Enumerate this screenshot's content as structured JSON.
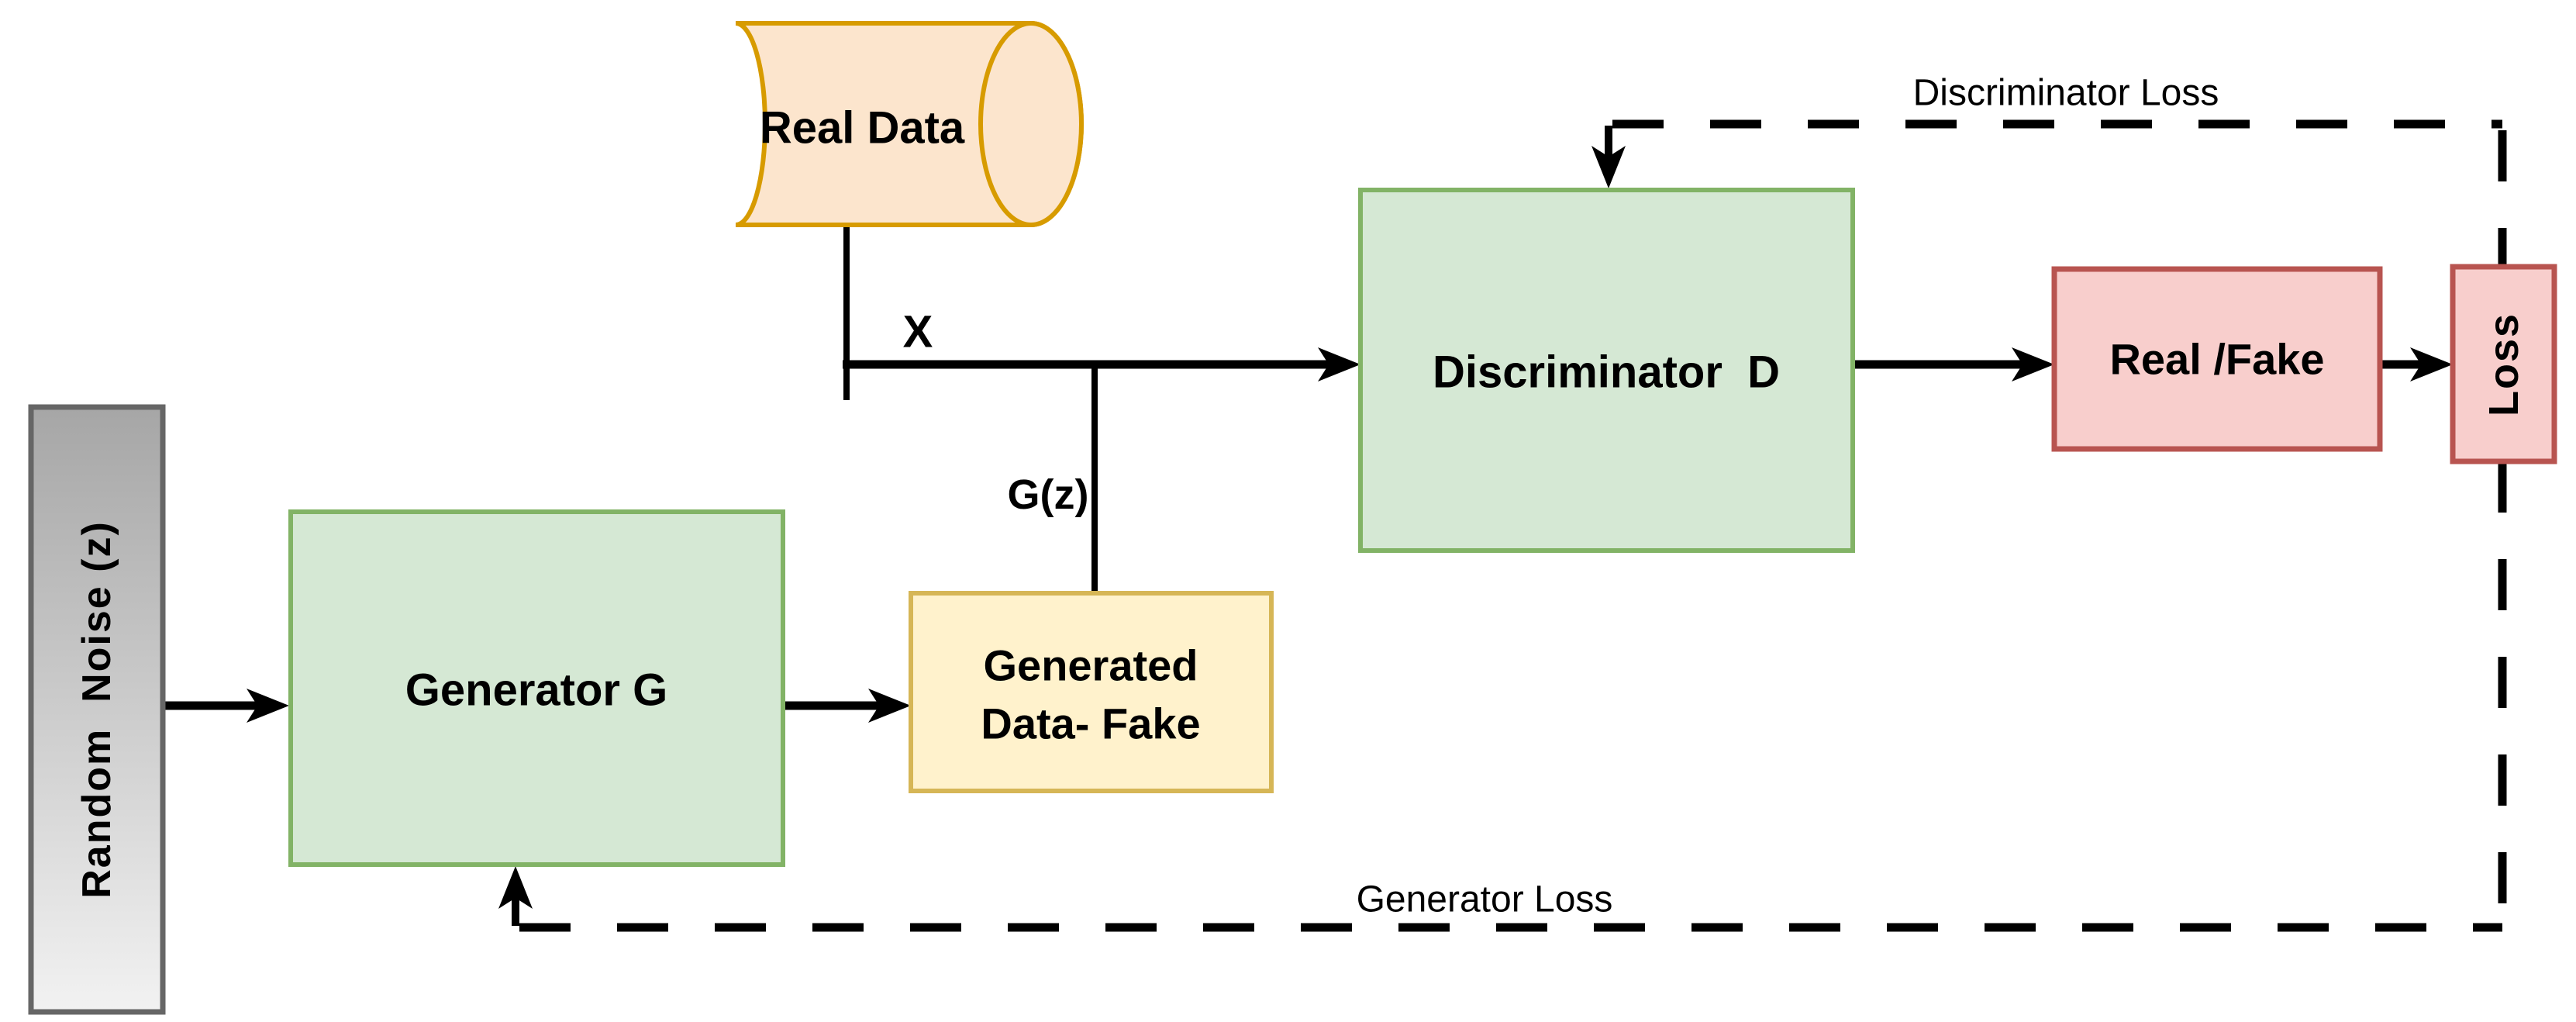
{
  "nodes": {
    "random_noise": {
      "label": "Random  Noise (z)"
    },
    "generator": {
      "label": "Generator G"
    },
    "generated_fake": {
      "label_line1": "Generated",
      "label_line2": "Data- Fake"
    },
    "real_data": {
      "label": "Real Data"
    },
    "discriminator": {
      "label": "Discriminator  D"
    },
    "real_fake": {
      "label": "Real /Fake"
    },
    "loss": {
      "label": "Loss"
    }
  },
  "edge_labels": {
    "x": "X",
    "g_of_z": "G(z)",
    "discriminator_loss": "Discriminator Loss",
    "generator_loss": "Generator Loss"
  },
  "colors": {
    "green_fill": "#d5e8d4",
    "green_border": "#82b366",
    "yellow_fill": "#fff2cc",
    "yellow_border": "#d6b656",
    "orange_fill": "#fce5cd",
    "orange_border": "#d79b00",
    "pink_fill": "#f8cecc",
    "pink_border": "#b85450",
    "gray_fill_top": "#a6a6a6",
    "gray_fill_bottom": "#f2f2f2",
    "gray_border": "#666666",
    "line": "#000000",
    "background": "#ffffff"
  }
}
